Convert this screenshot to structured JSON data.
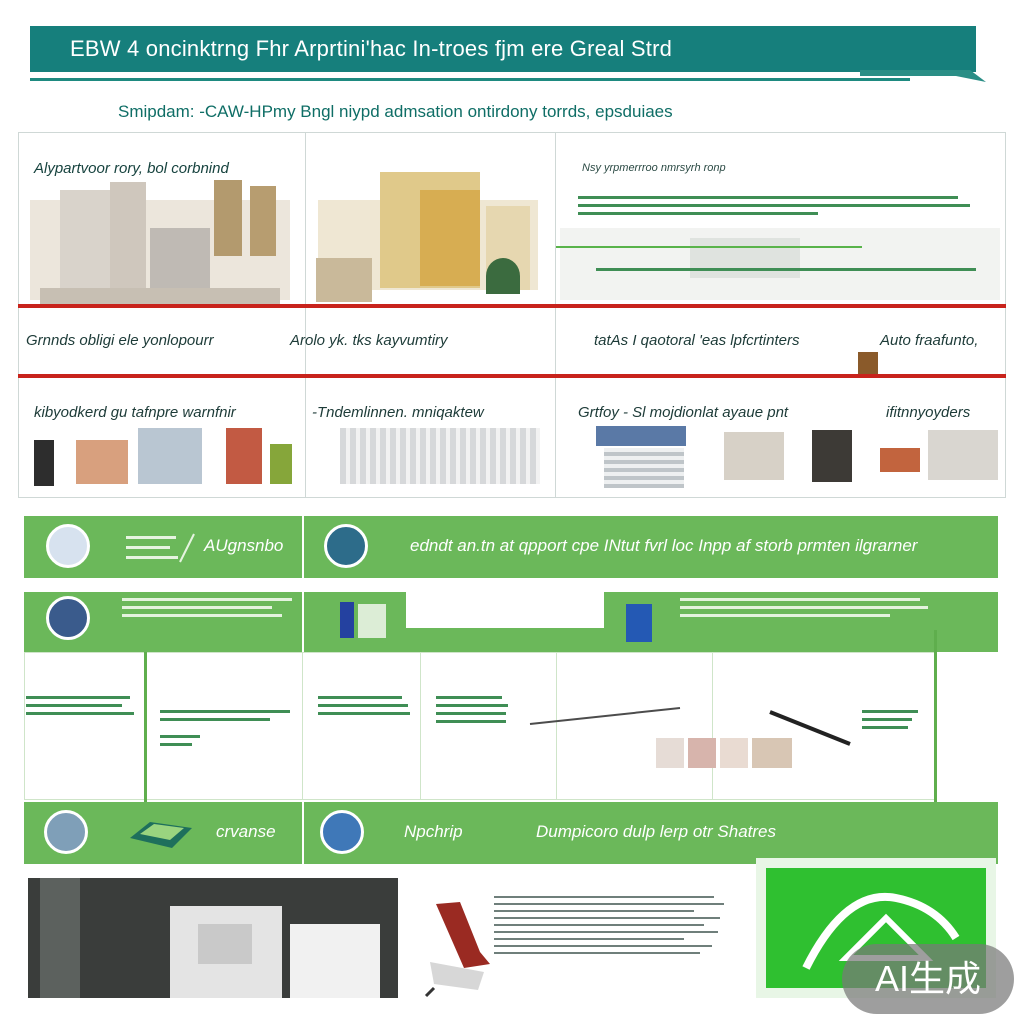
{
  "header": {
    "title": "EBW 4 oncinktrng Fhr Arprtini'hac In-troes fjm ere Greal Strd",
    "subtitle": "Smipdam: -CAW-HPmy Bngl niypd admsation ontirdony torrds, epsduiaes"
  },
  "photo_grid": {
    "top_captions": [
      "Alypartvoor rory, bol corbnind",
      "Nsy yrpmerrroo nmrsyrh ronp"
    ],
    "strip_labels": [
      "Grnnds obligi ele yonlopourr",
      "Arolo yk. tks kayvumtiry",
      "tatAs I qaotoral 'eas lpfcrtinters",
      "Auto fraafunto,"
    ],
    "bottom_captions": [
      "kibyodkerd gu tafnpre warnfnir",
      "-Tndemlinnen. mniqaktew",
      "Grtfoy - Sl mojdionlat ayaue pnt",
      "ifitnnyoyders"
    ]
  },
  "green_bars": {
    "row1": [
      "AUgnsnbo",
      "edndt an.tn at qpport cpe INtut fvrl loc Inpp af storb prmten ilgrarner"
    ],
    "row3": [
      "crvanse",
      "Npchrip",
      "Dumpicoro dulp lerp otr Shatres"
    ]
  },
  "watermark": "AI生成",
  "colors": {
    "banner": "#167f7c",
    "green": "#6bb85a",
    "red_line": "#c8231c",
    "panel_green": "#2fc030"
  }
}
